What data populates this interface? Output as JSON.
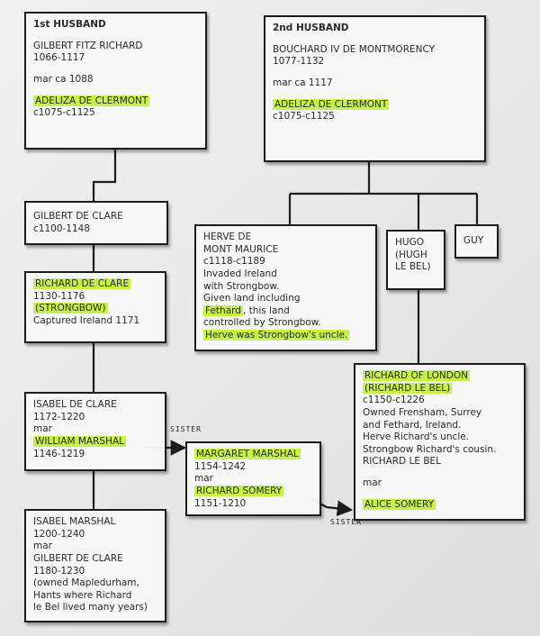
{
  "boxes": {
    "first_husband": {
      "heading": "1st HUSBAND",
      "name": "GILBERT FITZ RICHARD",
      "dates": "1066-1117",
      "mar": "mar ca 1088",
      "spouse": "ADELIZA DE CLERMONT",
      "spouse_dates": "c1075-c1125"
    },
    "second_husband": {
      "heading": "2nd HUSBAND",
      "name": "BOUCHARD IV DE MONTMORENCY",
      "dates": "1077-1132",
      "mar": "mar ca 1117",
      "spouse": "ADELIZA DE CLERMONT",
      "spouse_dates": "c1075-c1125"
    },
    "gilbert_de_clare": {
      "name": "GILBERT DE CLARE",
      "dates": "c1100-1148"
    },
    "herve": {
      "name1": "HERVE DE",
      "name2": "MONT MAURICE",
      "dates": "c1118-c1189",
      "l1": "Invaded Ireland",
      "l2": "with Strongbow.",
      "l3": "Given land including",
      "fethard": "Fethard",
      "l4_rest": ", this land",
      "l5": "controlled by Strongbow.",
      "l6": "Herve was Strongbow's uncle."
    },
    "hugo": {
      "l1": "HUGO",
      "l2": "(HUGH",
      "l3": "LE BEL)"
    },
    "guy": {
      "name": "GUY"
    },
    "richard_de_clare": {
      "name": "RICHARD DE CLARE",
      "dates": "1130-1176",
      "alias": "(STRONGBOW)",
      "note": "Captured Ireland 1171"
    },
    "richard_of_london": {
      "name": "RICHARD OF LONDON",
      "alias": "(RICHARD LE BEL)",
      "dates": "c1150-c1226",
      "l1": "Owned Frensham, Surrey",
      "l2": "and Fethard, Ireland.",
      "l3": "Herve Richard's uncle.",
      "l4": "Strongbow Richard's cousin.",
      "l5": "RICHARD LE BEL",
      "mar": "mar",
      "spouse": "ALICE SOMERY"
    },
    "isabel_de_clare": {
      "name": "ISABEL DE CLARE",
      "dates": "1172-1220",
      "mar": "mar",
      "spouse": "WILLIAM MARSHAL",
      "spouse_dates": "1146-1219"
    },
    "margaret_marshal": {
      "name": "MARGARET MARSHAL",
      "dates": "1154-1242",
      "mar": "mar",
      "spouse": "RICHARD SOMERY",
      "spouse_dates": "1151-1210"
    },
    "isabel_marshal": {
      "name": "ISABEL MARSHAL",
      "dates": "1200-1240",
      "mar": "mar",
      "spouse": "GILBERT DE CLARE",
      "spouse_dates": "1180-1230",
      "l1": "(owned Mapledurham,",
      "l2": "Hants where Richard",
      "l3": "le Bel lived many years)"
    }
  },
  "annotations": {
    "sister_1": "SISTER",
    "sister_2": "SISTER"
  },
  "colors": {
    "highlight": "#c6f04a",
    "ink": "#1c1c1c",
    "paper": "#e9ebe8"
  }
}
